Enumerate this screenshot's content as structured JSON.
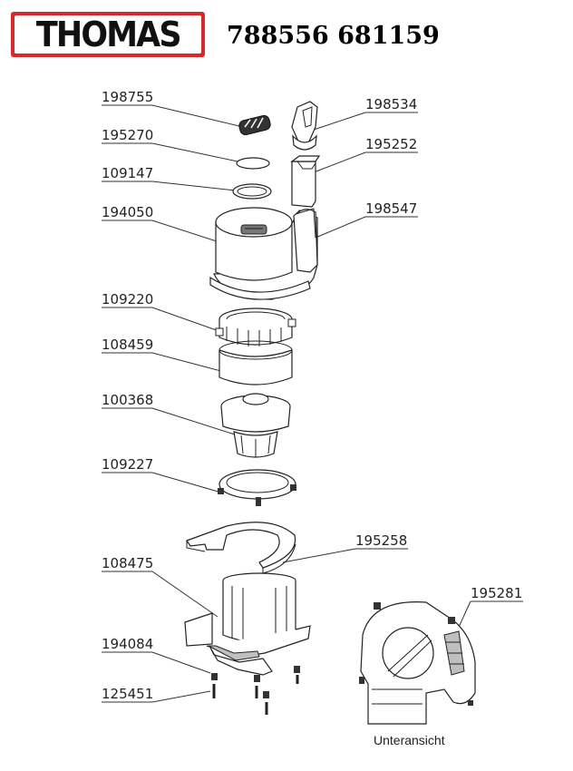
{
  "header": {
    "brand": "THOMAS",
    "model_number": "788556 681159"
  },
  "parts": [
    {
      "number": "198755"
    },
    {
      "number": "195270"
    },
    {
      "number": "109147"
    },
    {
      "number": "194050"
    },
    {
      "number": "109220"
    },
    {
      "number": "108459"
    },
    {
      "number": "100368"
    },
    {
      "number": "109227"
    },
    {
      "number": "108475"
    },
    {
      "number": "194084"
    },
    {
      "number": "125451"
    },
    {
      "number": "198534"
    },
    {
      "number": "195252"
    },
    {
      "number": "198547"
    },
    {
      "number": "195258"
    },
    {
      "number": "195281"
    }
  ],
  "bottom_view": {
    "caption": "Unteransicht"
  },
  "colors": {
    "brand_red": "#d42a2a",
    "line": "#222222"
  }
}
